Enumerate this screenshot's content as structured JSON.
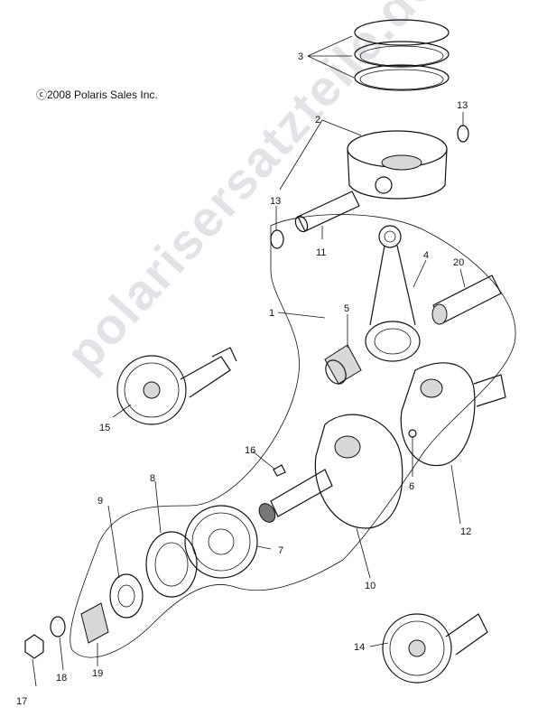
{
  "copyright": "ⓒ2008 Polaris Sales Inc.",
  "watermark": "polarisersatzteile.de",
  "callouts": {
    "c1": "1",
    "c2": "2",
    "c3": "3",
    "c4": "4",
    "c5": "5",
    "c6": "6",
    "c7": "7",
    "c8": "8",
    "c9": "9",
    "c10": "10",
    "c11": "11",
    "c12": "12",
    "c13a": "13",
    "c13b": "13",
    "c14": "14",
    "c15": "15",
    "c16": "16",
    "c17": "17",
    "c18": "18",
    "c19": "19",
    "c20": "20"
  }
}
